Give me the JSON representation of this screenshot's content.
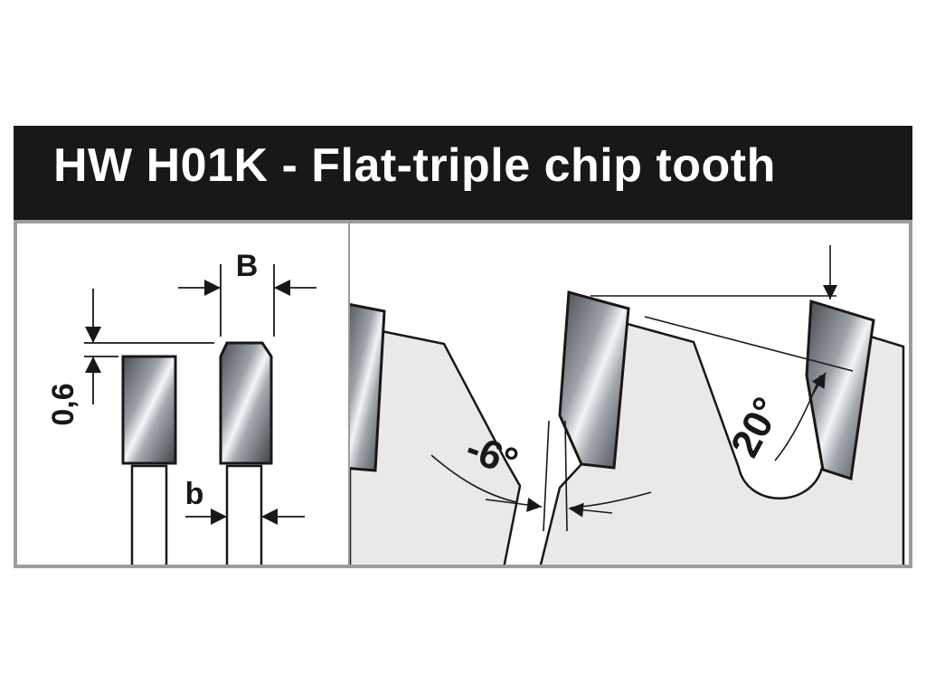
{
  "header": {
    "title": "HW H01K - Flat-triple chip tooth"
  },
  "left_panel": {
    "dim_chamfer": "0,6",
    "dim_tooth_width": "B",
    "dim_body_width": "b"
  },
  "right_panel": {
    "angle_hook": "-6°",
    "angle_clearance": "20°"
  },
  "colors": {
    "header_bg": "#1a1718",
    "header_text": "#ffffff",
    "panel_border": "#9c9c9c",
    "blade_fill": "#e9e9e9",
    "line": "#1a1718"
  }
}
